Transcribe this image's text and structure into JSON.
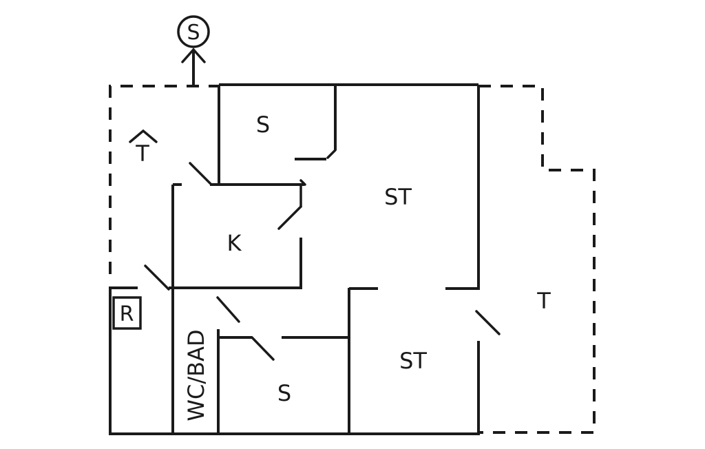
{
  "rooms": {
    "bedroom_top": "S",
    "living_top": "ST",
    "kitchen": "K",
    "terrace_left": "T",
    "terrace_right": "T",
    "bathroom": "WC/BAD",
    "bedroom_bottom": "S",
    "living_bottom": "ST"
  },
  "symbols": {
    "entrance": "S",
    "radiator": "R"
  },
  "colors": {
    "ink": "#1a1a1a",
    "background": "#ffffff"
  }
}
